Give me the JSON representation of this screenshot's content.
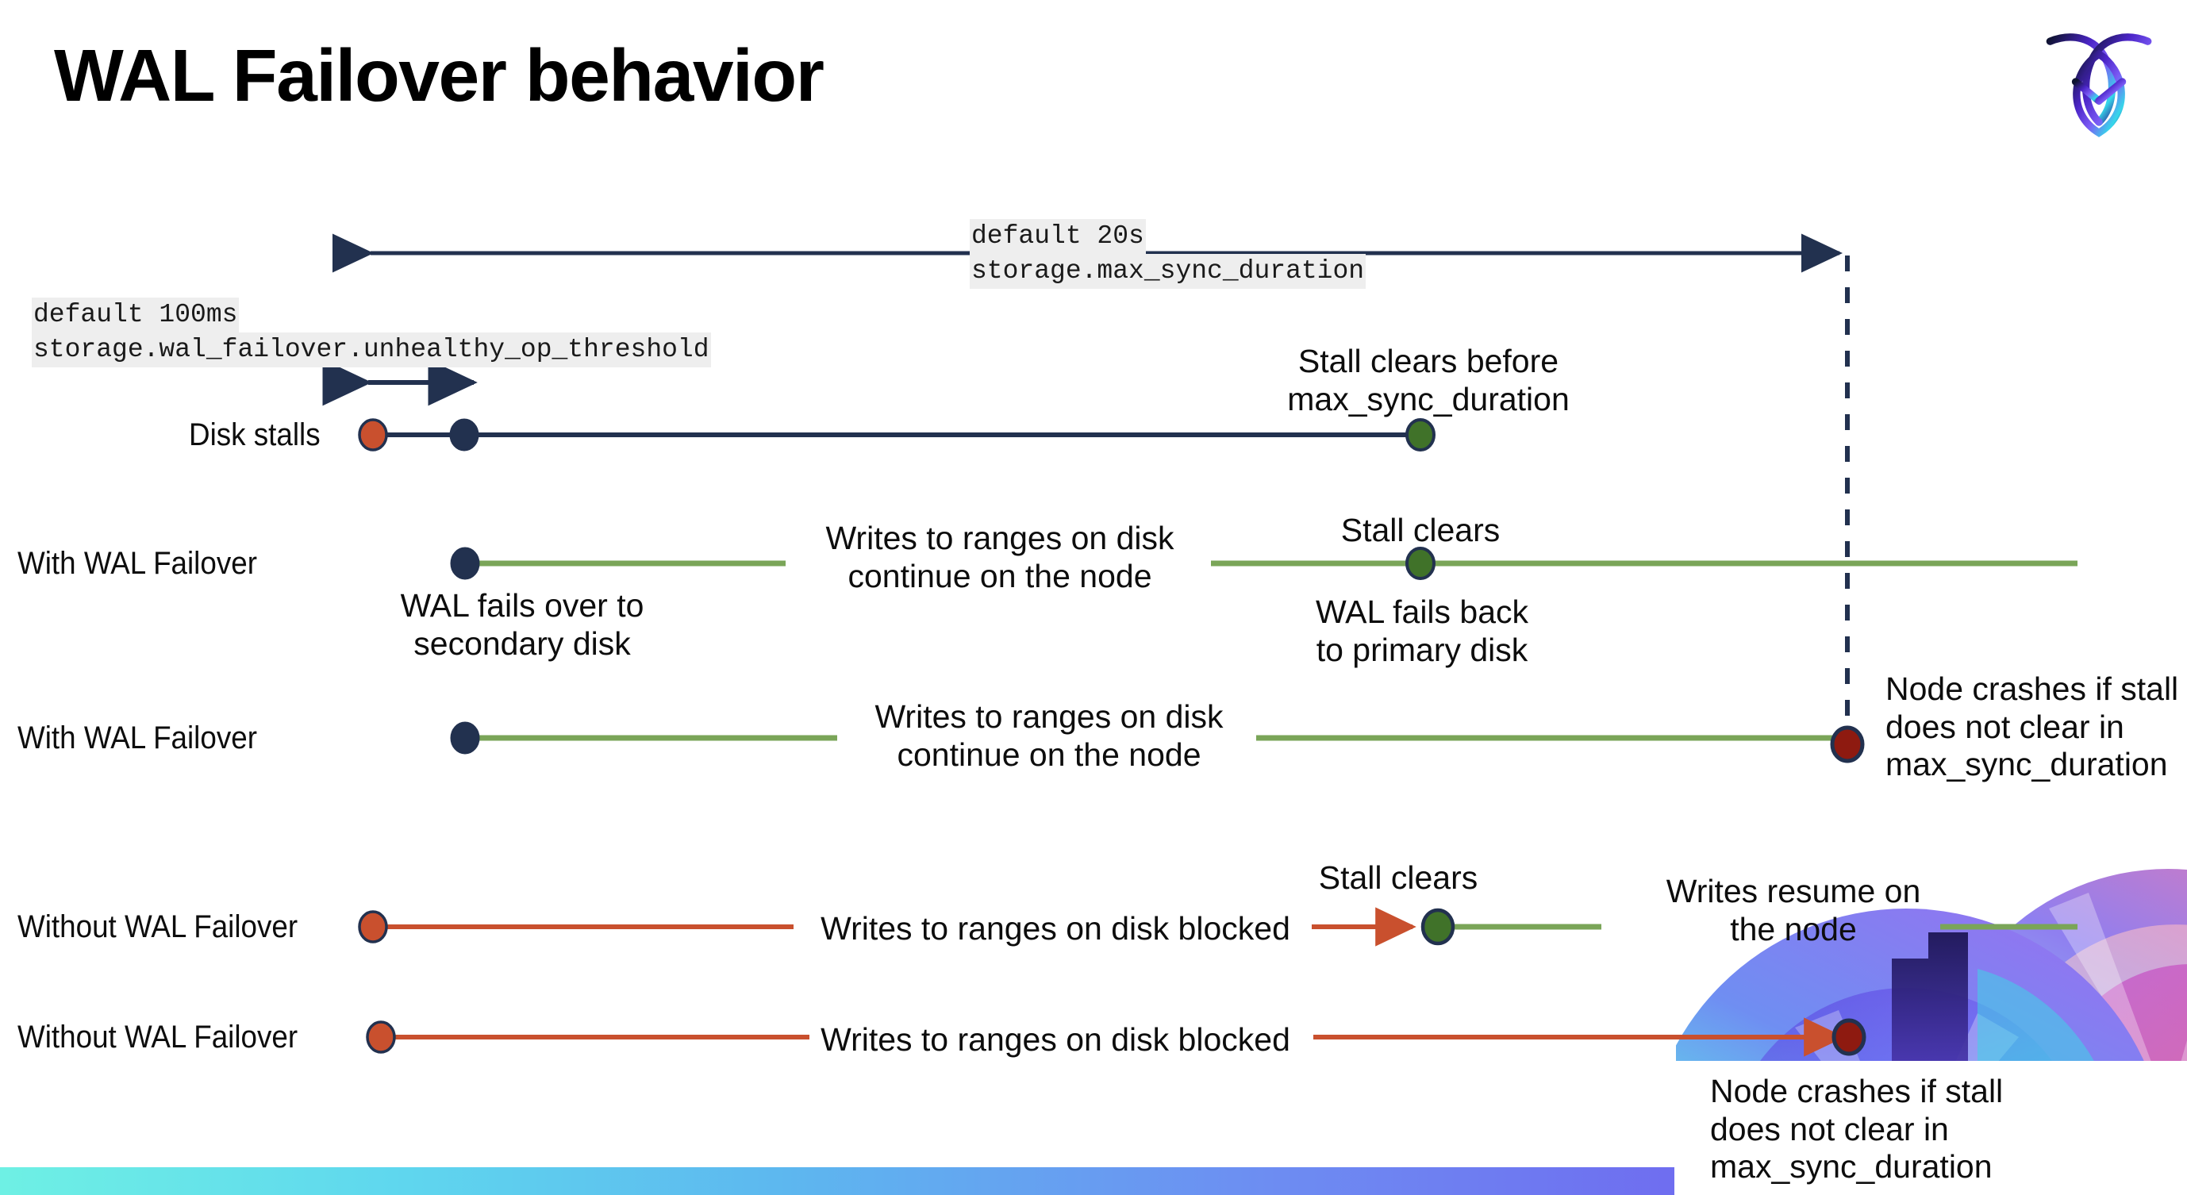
{
  "slide": {
    "title": "WAL Failover behavior",
    "brand_logo": "cockroachdb-logo"
  },
  "timeline": {
    "max_sync": {
      "default_label": "default 20s",
      "setting_label": "storage.max_sync_duration"
    },
    "unhealthy_op": {
      "default_label": "default 100ms",
      "setting_label": "storage.wal_failover.unhealthy_op_threshold"
    }
  },
  "rows": [
    {
      "label": "Disk stalls",
      "notes": [
        {
          "text": "Stall clears before\nmax_sync_duration"
        }
      ]
    },
    {
      "label": "With WAL Failover",
      "notes": [
        {
          "text": "Writes to ranges on disk\ncontinue on the node"
        },
        {
          "text": "Stall clears"
        },
        {
          "text": "WAL fails over to\nsecondary disk"
        },
        {
          "text": "WAL fails  back\nto primary disk"
        }
      ]
    },
    {
      "label": "With WAL Failover",
      "notes": [
        {
          "text": "Writes to ranges on disk\ncontinue on the node"
        },
        {
          "text": "Node crashes if stall\ndoes not clear in\nmax_sync_duration"
        }
      ]
    },
    {
      "label": "Without WAL Failover",
      "notes": [
        {
          "text": "Writes to ranges on disk  blocked"
        },
        {
          "text": "Stall clears"
        },
        {
          "text": "Writes resume on\nthe node"
        }
      ]
    },
    {
      "label": "Without WAL Failover",
      "notes": [
        {
          "text": "Writes to ranges on disk  blocked"
        },
        {
          "text": "Node crashes if stall\ndoes not clear in\nmax_sync_duration"
        }
      ]
    }
  ],
  "colors": {
    "navy": "#22314f",
    "green_line": "#7aa558",
    "green_dot": "#407229",
    "orange": "#c9502e",
    "dark_red": "#8e1a10",
    "code_bg": "#eeeeee",
    "bar_start": "#6ef0e4",
    "bar_end": "#6c4df2"
  }
}
